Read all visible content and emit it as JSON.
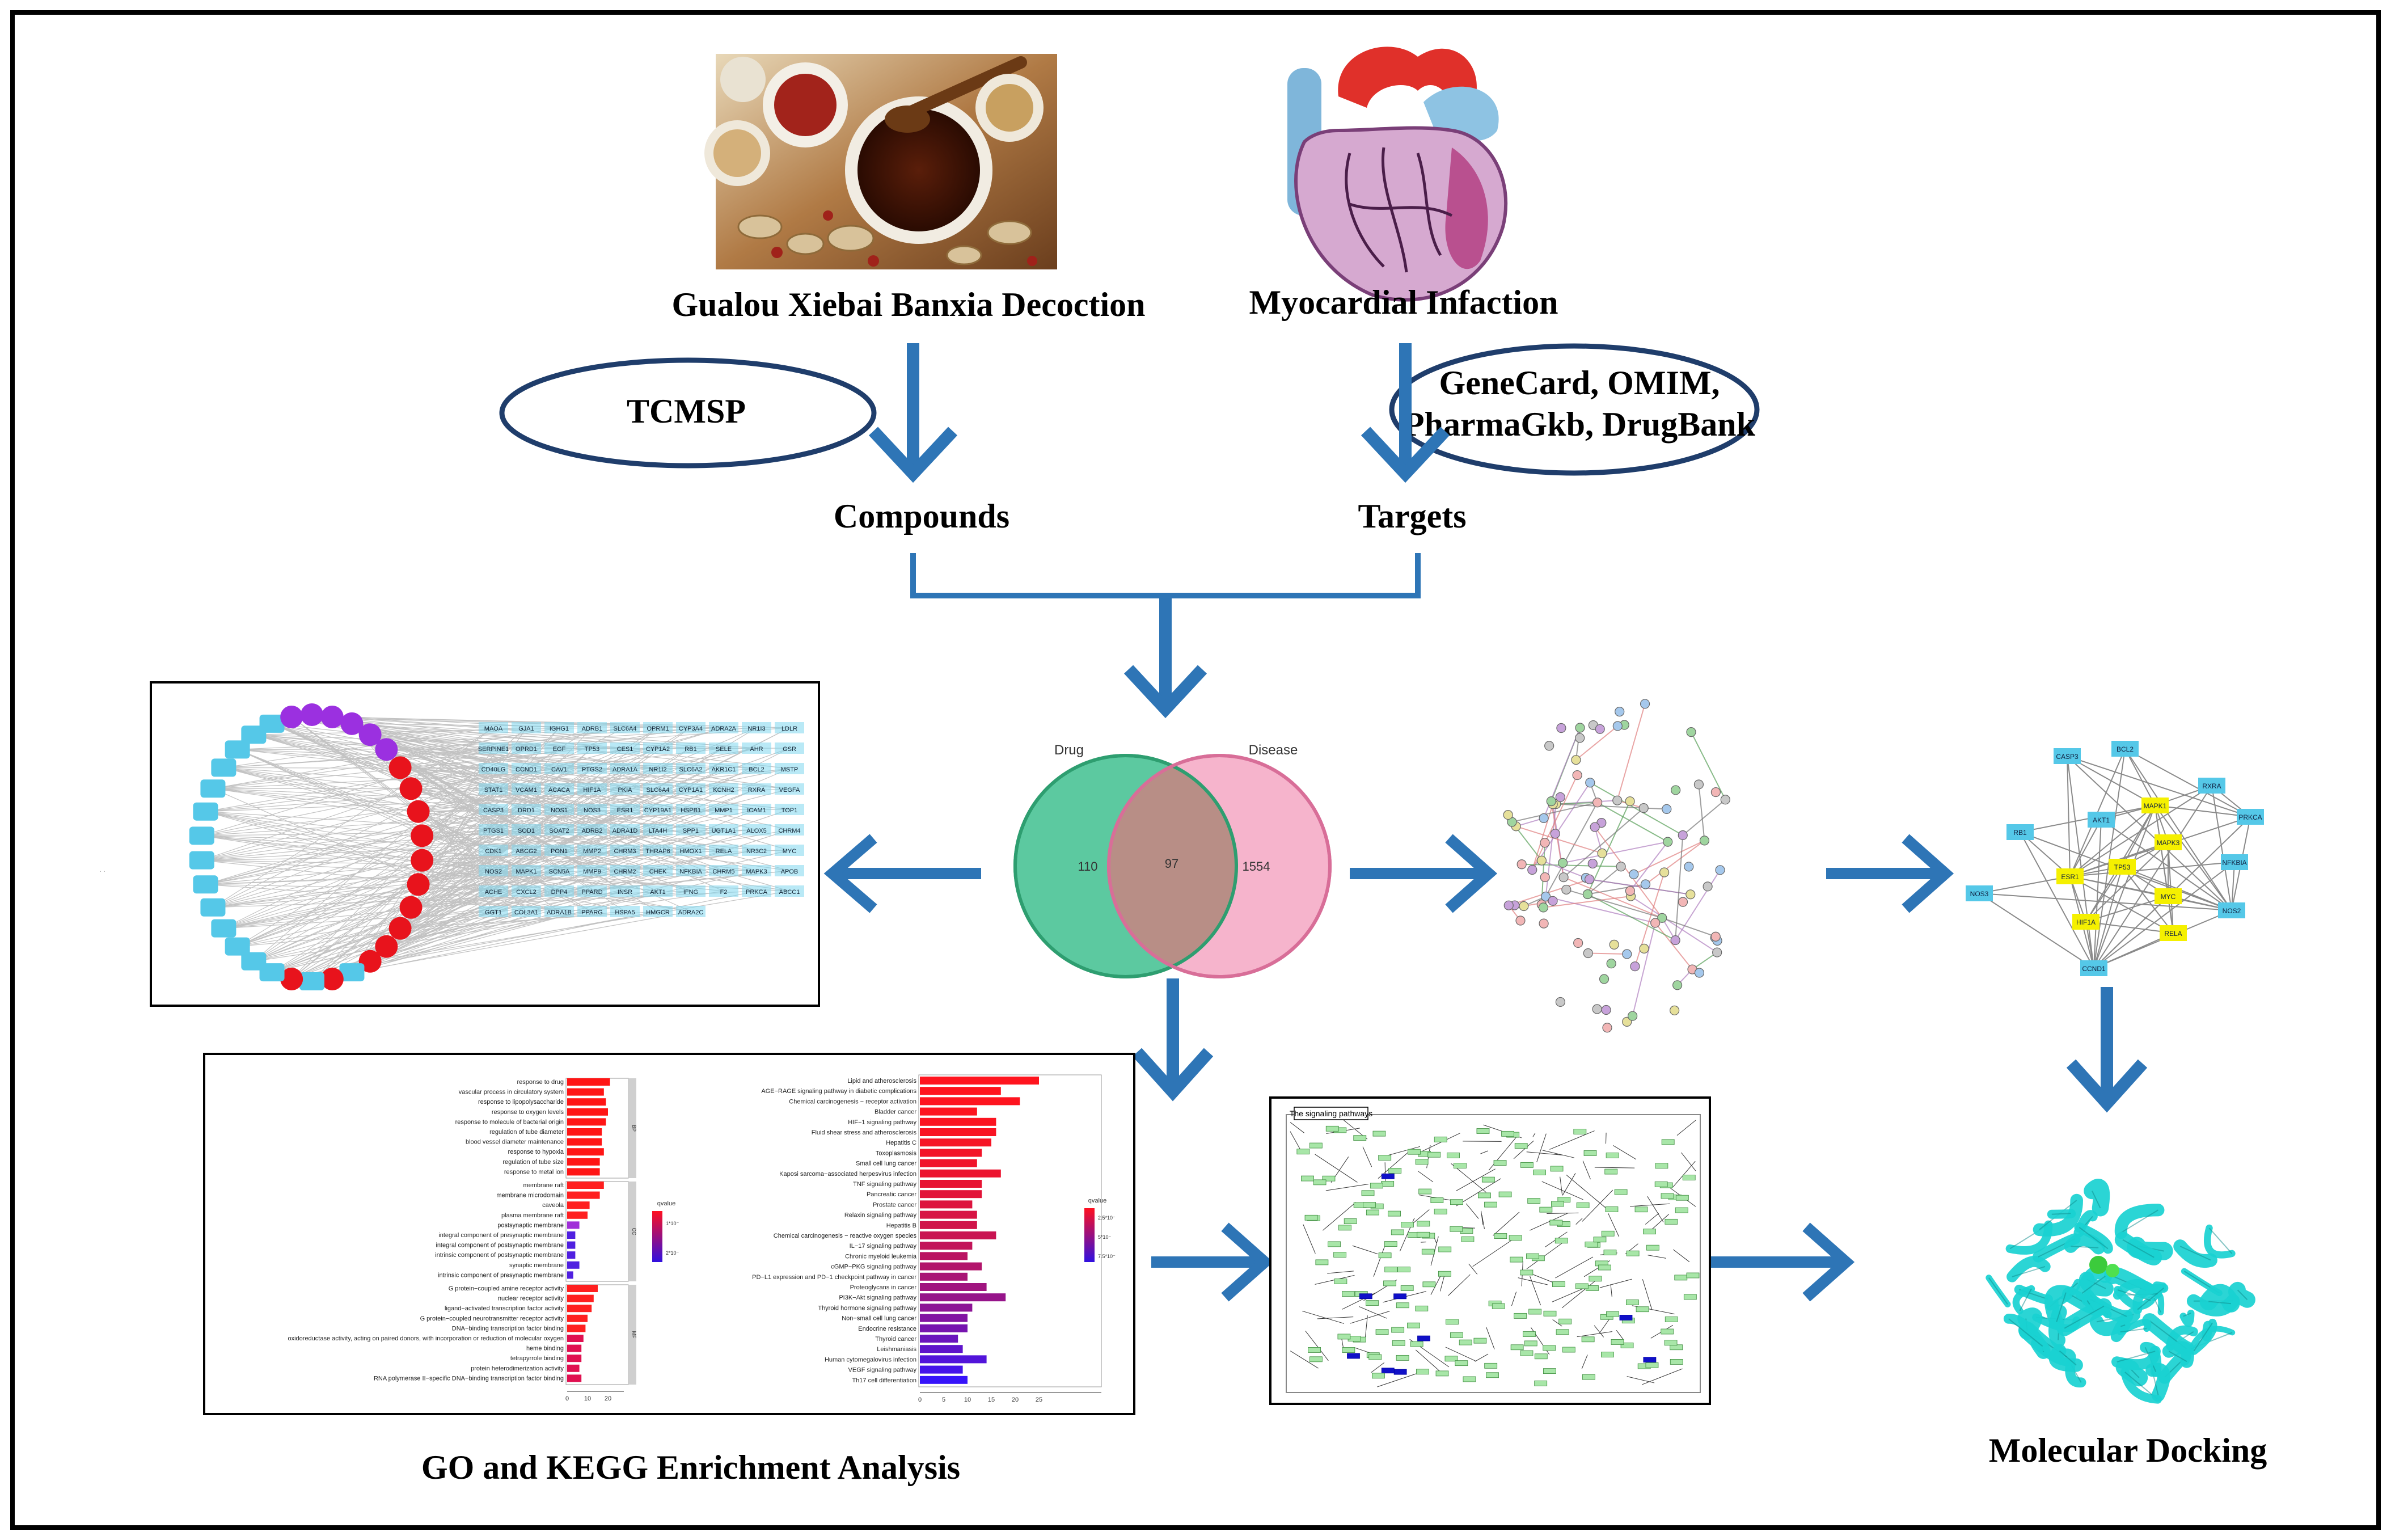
{
  "inputs": {
    "decoction_label": "Gualou Xiebai Banxia Decoction",
    "disease_label": "Myocardial Infaction"
  },
  "databases": {
    "compound_db": "TCMSP",
    "target_db_line1": "GeneCard, OMIM,",
    "target_db_line2": "PharmaGkb, DrugBank"
  },
  "outputs": {
    "compounds": "Compounds",
    "targets": "Targets"
  },
  "venn": {
    "left_label": "Drug",
    "right_label": "Disease",
    "left_only": "110",
    "overlap": "97",
    "right_only": "1554"
  },
  "kegg": {
    "pathway_title": "The signaling pathways"
  },
  "analysis": {
    "enrichment_label": "GO and KEGG Enrichment Analysis",
    "docking_label": "Molecular Docking"
  },
  "hub_genes": [
    "CASP3",
    "BCL2",
    "RXRA",
    "PRKCA",
    "RB1",
    "AKT1",
    "MAPK1",
    "NFKBIA",
    "NOS3",
    "ESR1",
    "TP53",
    "MYC",
    "NOS2",
    "HIF1A",
    "RELA",
    "CCND1",
    "MAPK3"
  ],
  "network_genes": [
    "MAOA",
    "GJA1",
    "IGHG1",
    "ADRB1",
    "SLC6A4",
    "OPRM1",
    "CYP3A4",
    "ADRA2A",
    "NR1I3",
    "LDLR",
    "SERPINE1",
    "OPRD1",
    "EGF",
    "TP53",
    "CES1",
    "CYP1A2",
    "RB1",
    "SELE",
    "AHR",
    "GSR",
    "CD40LG",
    "CCND1",
    "CAV1",
    "PTGS2",
    "ADRA1A",
    "NR1I2",
    "SLC6A2",
    "AKR1C1",
    "BCL2",
    "MSTP",
    "STAT1",
    "VCAM1",
    "ACACA",
    "HIF1A",
    "PKIA",
    "SLC6A4",
    "CYP1A1",
    "KCNH2",
    "RXRA",
    "VEGFA",
    "CASP3",
    "DRD1",
    "NOS1",
    "NOS3",
    "ESR1",
    "CYP19A1",
    "HSPB1",
    "MMP1",
    "ICAM1",
    "TOP1",
    "PTGS1",
    "SOD1",
    "SOAT2",
    "ADRB2",
    "ADRA1D",
    "LTA4H",
    "SPP1",
    "UGT1A1",
    "ALOX5",
    "CHRM4",
    "CDK1",
    "ABCG2",
    "PON1",
    "MMP2",
    "CHRM3",
    "THRAP6",
    "HMOX1",
    "RELA",
    "NR3C2",
    "MYC",
    "NOS2",
    "MAPK1",
    "SCN5A",
    "MMP9",
    "CHRM2",
    "CHEK",
    "NFKBIA",
    "CHRM5",
    "MAPK3",
    "APOB",
    "ACHE",
    "CXCL2",
    "DPP4",
    "PPARD",
    "INSR",
    "AKT1",
    "IFNG",
    "F2",
    "PRKCA",
    "ABCC1",
    "GGT1",
    "COL3A1",
    "ADRA1B",
    "PPARG",
    "HSPA5",
    "HMGCR",
    "ADRA2C"
  ],
  "go_terms": {
    "BP": [
      "response to drug",
      "vascular process in circulatory system",
      "response to lipopolysaccharide",
      "response to oxygen levels",
      "response to molecule of bacterial origin",
      "regulation of tube diameter",
      "blood vessel diameter maintenance",
      "response to hypoxia",
      "regulation of tube size",
      "response to metal ion"
    ],
    "CC": [
      "membrane raft",
      "membrane microdomain",
      "caveola",
      "plasma membrane raft",
      "postsynaptic membrane",
      "integral component of presynaptic membrane",
      "integral component of postsynaptic membrane",
      "intrinsic component of postsynaptic membrane",
      "synaptic membrane",
      "intrinsic component of presynaptic membrane"
    ],
    "MF": [
      "G protein−coupled amine receptor activity",
      "nuclear receptor activity",
      "ligand−activated transcription factor activity",
      "G protein−coupled neurotransmitter receptor activity",
      "DNA−binding transcription factor binding",
      "oxidoreductase activity, acting on paired donors, with incorporation or reduction of molecular oxygen",
      "heme binding",
      "tetrapyrrole binding",
      "protein heterodimerization activity",
      "RNA polymerase II−specific DNA−binding transcription factor binding"
    ],
    "values": [
      21,
      18,
      19,
      20,
      19,
      17,
      17,
      18,
      16,
      16,
      18,
      16,
      11,
      10,
      6,
      4,
      4,
      4,
      6,
      3,
      15,
      13,
      12,
      10,
      9,
      8,
      7,
      7,
      6,
      7
    ],
    "axis_ticks": [
      "0",
      "10",
      "20"
    ],
    "legend_title": "qvalue",
    "legend_ticks": [
      "1*10⁻",
      "2*10⁻"
    ],
    "facets": [
      "BP",
      "CC",
      "MF"
    ]
  },
  "kegg_terms": {
    "labels": [
      "Lipid and atherosclerosis",
      "AGE−RAGE signaling pathway in diabetic complications",
      "Chemical carcinogenesis − receptor activation",
      "Bladder cancer",
      "HIF−1 signaling pathway",
      "Fluid shear stress and atherosclerosis",
      "Hepatitis C",
      "Toxoplasmosis",
      "Small cell lung cancer",
      "Kaposi sarcoma−associated herpesvirus infection",
      "TNF signaling pathway",
      "Pancreatic cancer",
      "Prostate cancer",
      "Relaxin signaling pathway",
      "Hepatitis B",
      "Chemical carcinogenesis − reactive oxygen species",
      "IL−17 signaling pathway",
      "Chronic myeloid leukemia",
      "cGMP−PKG signaling pathway",
      "PD−L1 expression and PD−1 checkpoint pathway in cancer",
      "Proteoglycans in cancer",
      "PI3K−Akt signaling pathway",
      "Thyroid hormone signaling pathway",
      "Non−small cell lung cancer",
      "Endocrine resistance",
      "Thyroid cancer",
      "Leishmaniasis",
      "Human cytomegalovirus infection",
      "VEGF signaling pathway",
      "Th17 cell differentiation"
    ],
    "values": [
      25,
      17,
      21,
      12,
      16,
      16,
      15,
      13,
      12,
      17,
      13,
      13,
      11,
      12,
      12,
      16,
      11,
      10,
      13,
      10,
      14,
      18,
      11,
      10,
      10,
      8,
      9,
      14,
      9,
      10
    ],
    "axis_ticks": [
      "0",
      "5",
      "10",
      "15",
      "20",
      "25"
    ],
    "legend_title": "qvalue",
    "legend_ticks": [
      "2.5*10⁻",
      "5*10⁻",
      "7.5*10⁻"
    ]
  },
  "colors": {
    "arrow": "#2E75B6",
    "ellipse_border": "#1F3D6B",
    "venn_left": "#5CC9A0",
    "venn_right": "#F4A7C3",
    "red_node": "#E8131C",
    "purple_node": "#9B30E0",
    "cyan_node": "#55C8E8",
    "yellow_node": "#F5F000",
    "protein": "#19D1D1"
  }
}
